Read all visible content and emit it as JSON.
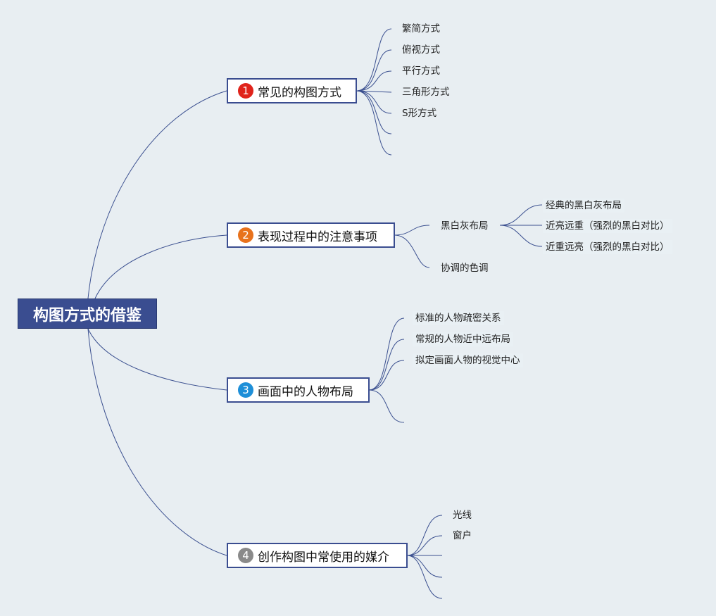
{
  "root": {
    "label": "构图方式的借鉴"
  },
  "branches": [
    {
      "number": "1",
      "number_color": "#e0231b",
      "label": "常见的构图方式",
      "children": [
        "繁简方式",
        "俯视方式",
        "平行方式",
        "三角形方式",
        "S形方式",
        "",
        ""
      ]
    },
    {
      "number": "2",
      "number_color": "#e8721c",
      "label": "表现过程中的注意事项",
      "children": [
        {
          "label": "黑白灰布局",
          "children": [
            "经典的黑白灰布局",
            "近亮远重（强烈的黑白对比）",
            "近重远亮（强烈的黑白对比）"
          ]
        },
        {
          "label": "协调的色调"
        }
      ]
    },
    {
      "number": "3",
      "number_color": "#1e8fd8",
      "label": "画面中的人物布局",
      "children": [
        "标准的人物疏密关系",
        "常规的人物近中远布局",
        "拟定画面人物的视觉中心",
        ""
      ]
    },
    {
      "number": "4",
      "number_color": "#8a8a8a",
      "label": "创作构图中常使用的媒介",
      "children": [
        "光线",
        "窗户",
        "",
        "",
        ""
      ]
    }
  ]
}
